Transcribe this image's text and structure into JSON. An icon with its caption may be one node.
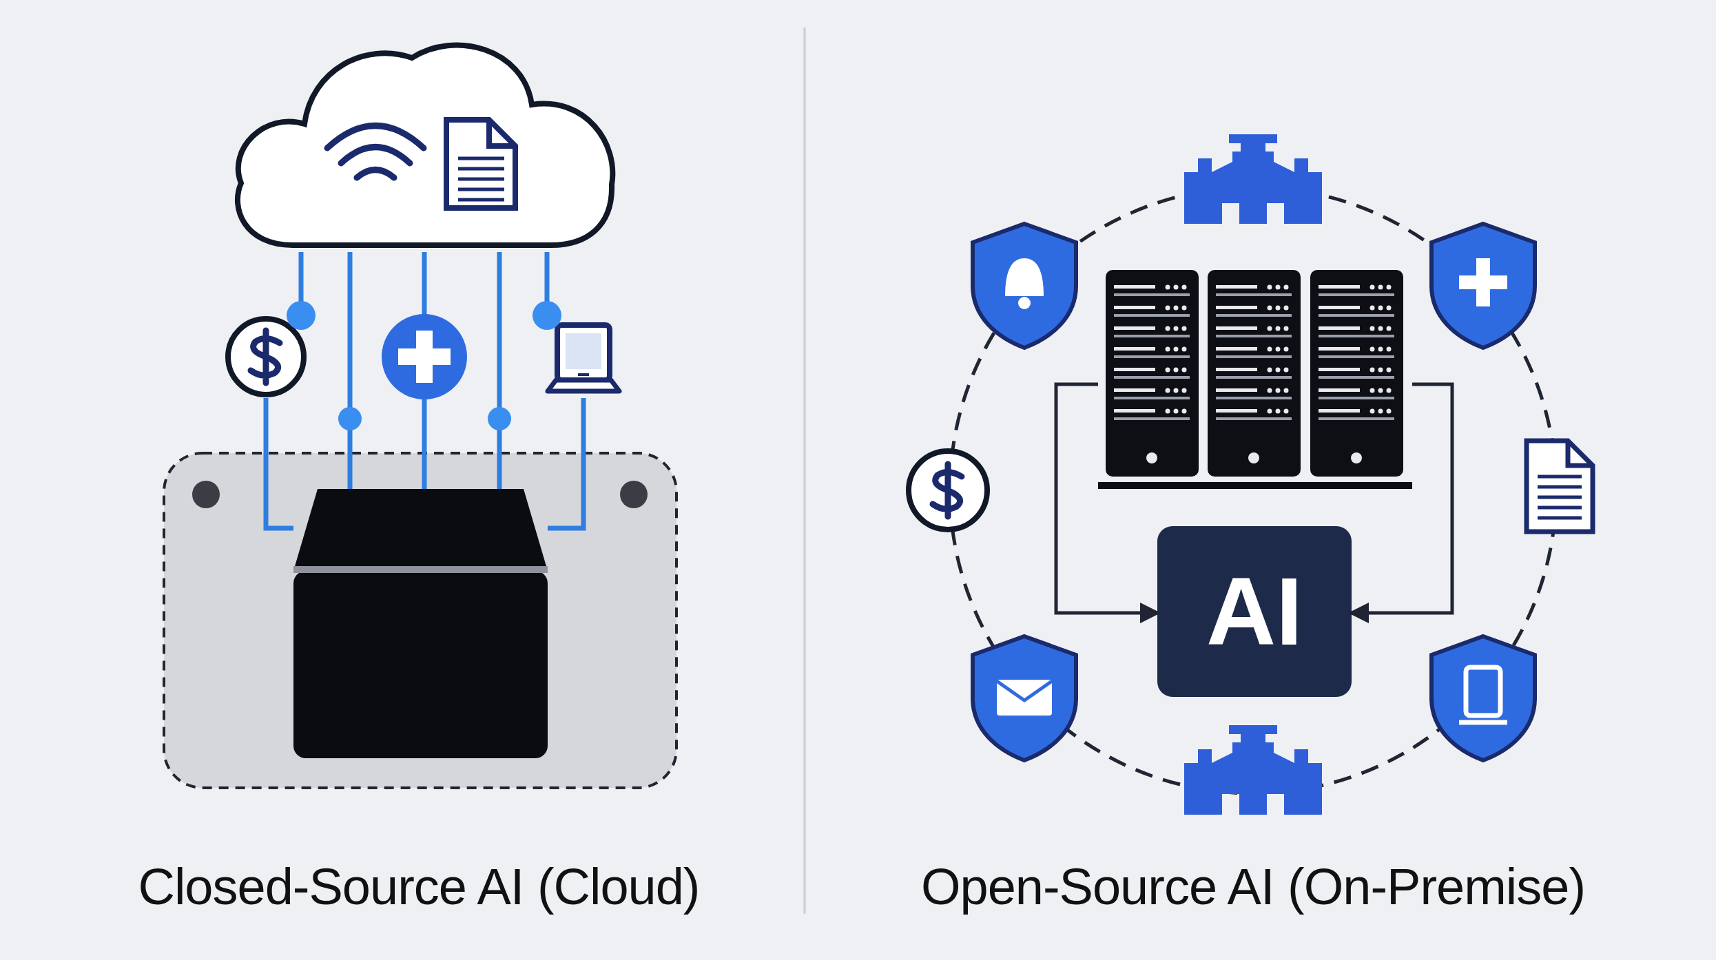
{
  "diagram": {
    "nodes": [
      {
        "text": [],
        "shape": "cloud"
      },
      {
        "text": [],
        "shape": "picture"
      },
      {
        "text": [],
        "shape": "picture"
      },
      {
        "text": [],
        "shape": "box"
      },
      {
        "text": [],
        "shape": "box",
        "in": 3
      },
      {
        "text": [],
        "shape": "picture"
      },
      {
        "text": [
          "AI"
        ]
      }
    ],
    "edges": [
      {
        "from": 0,
        "to": 1,
        "arrow": "other"
      },
      {
        "from": 0,
        "to": 2,
        "arrow": "other"
      },
      {
        "from": 1,
        "to": 4,
        "arrow": "none"
      },
      {
        "from": 0,
        "to": 4,
        "arrow": "none"
      },
      {
        "from": 0,
        "to": 4,
        "arrow": "none"
      },
      {
        "from": 0,
        "to": 4,
        "arrow": "none"
      },
      {
        "from": 2,
        "to": 4,
        "arrow": "none"
      },
      {
        "from": 5,
        "to": 6,
        "arrow": "to",
        "color": "#1f2533"
      },
      {
        "from": 5,
        "to": 6,
        "arrow": "to",
        "color": "#1f2533"
      }
    ],
    "labels": [
      "Closed-Source AI (Cloud)",
      "Open-Source AI (On-Premise)"
    ]
  }
}
